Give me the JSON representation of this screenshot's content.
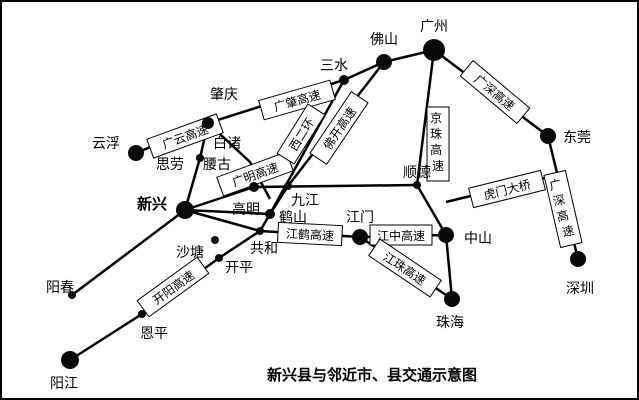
{
  "title": "新兴县与邻近市、县交通示意图",
  "cities": {
    "guangzhou": "广州",
    "foshan": "佛山",
    "sanshui": "三水",
    "zhaoqing": "肇庆",
    "yunfu": "云浮",
    "baizhu": "白诸",
    "silao": "思劳",
    "yaogu": "腰古",
    "xinxing": "新兴",
    "gaoming": "高明",
    "jiujiang": "九江",
    "heshan": "鹤山",
    "shunde": "顺德",
    "jiangmen": "江门",
    "zhongshan": "中山",
    "dongguan": "东莞",
    "shenzhen": "深圳",
    "zhuhai": "珠海",
    "shatang": "沙塘",
    "gonghe": "共和",
    "kaiping": "开平",
    "yangchun": "阳春",
    "enping": "恩平",
    "yangjiang": "阳江"
  },
  "roads": {
    "guangzhao": "广肇高速",
    "guangyun": "广云高速",
    "xierhuan": "西二环",
    "fokai": "佛开高速",
    "guangming": "广明高速",
    "jingzhu": "京珠高速",
    "guanghuishen": "广深高速",
    "humen": "虎门大桥",
    "guangshen": "广深高速",
    "jianghe": "江鹤高速",
    "jiangzhong": "江中高速",
    "jiangzhu": "江珠高速",
    "kaiyang": "开阳高速"
  }
}
